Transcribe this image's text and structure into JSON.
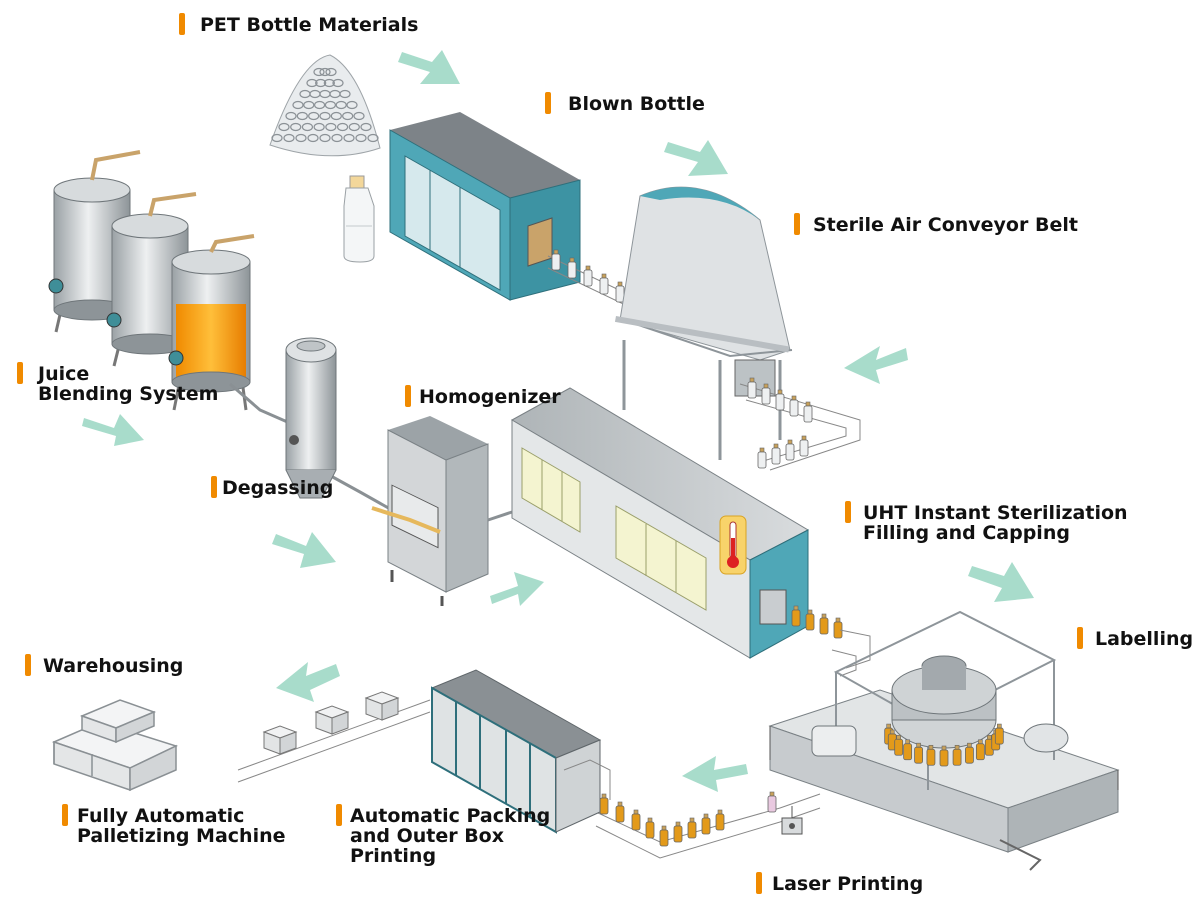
{
  "stages": [
    {
      "id": "pet",
      "lines": [
        "PET Bottle Materials"
      ]
    },
    {
      "id": "blown",
      "lines": [
        "Blown Bottle"
      ]
    },
    {
      "id": "sterile",
      "lines": [
        "Sterile Air Conveyor Belt"
      ]
    },
    {
      "id": "juice",
      "lines": [
        "Juice",
        "Blending System"
      ]
    },
    {
      "id": "homog",
      "lines": [
        "Homogenizer"
      ]
    },
    {
      "id": "degas",
      "lines": [
        "Degassing"
      ]
    },
    {
      "id": "uht",
      "lines": [
        "UHT Instant Sterilization",
        "Filling and Capping"
      ]
    },
    {
      "id": "label",
      "lines": [
        "Labelling"
      ]
    },
    {
      "id": "ware",
      "lines": [
        "Warehousing"
      ]
    },
    {
      "id": "pallet",
      "lines": [
        "Fully Automatic",
        "Palletizing Machine"
      ]
    },
    {
      "id": "pack",
      "lines": [
        "Automatic Packing",
        "and Outer Box",
        "Printing"
      ]
    },
    {
      "id": "laser",
      "lines": [
        "Laser Printing"
      ]
    }
  ],
  "colors": {
    "marker": "#f08a00",
    "arrow": "#a8dccb",
    "teal": "#4fa7b7",
    "steel": "#c9cdd0",
    "juice": "#f6a21c",
    "bottle_fill": "#e39a1a"
  }
}
